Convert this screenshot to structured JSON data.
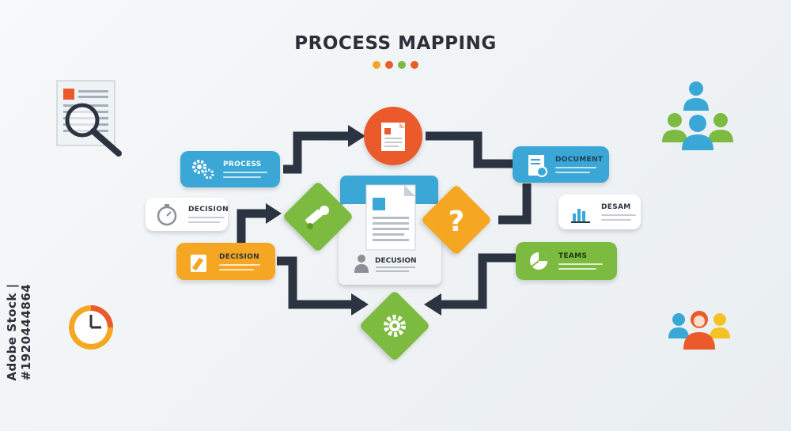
{
  "title": "PROCESS MAPPING",
  "title_dots": [
    "#f2a623",
    "#e95d2c",
    "#7cbb3f",
    "#e95d2c"
  ],
  "colors": {
    "blue": "#3aa7d6",
    "orange": "#f5a623",
    "green": "#7cbb3f",
    "red_orange": "#ea5a2a",
    "dark": "#2b3440",
    "white": "#ffffff"
  },
  "cards": {
    "process": {
      "label": "PROCESS",
      "icon": "gears-icon"
    },
    "document": {
      "label": "DOCUMENT",
      "icon": "document-check-icon"
    },
    "decision_top": {
      "label": "DECISION",
      "icon": "stopwatch-icon"
    },
    "desam": {
      "label": "DESAM",
      "icon": "bar-chart-icon"
    },
    "decision_bottom": {
      "label": "DECISION",
      "icon": "pencil-icon"
    },
    "teams": {
      "label": "TEAMS",
      "icon": "pie-chart-icon"
    }
  },
  "center": {
    "label": "DECUSION",
    "icon": "user-icon"
  },
  "nodes": {
    "top_circle": {
      "icon": "document-icon"
    },
    "left_diamond": {
      "icon": "tools-icon"
    },
    "right_diamond": {
      "icon": "question-mark-icon",
      "text": "?"
    },
    "bottom_diamond": {
      "icon": "gear-icon"
    }
  },
  "side_icons": [
    "magnifier-document-icon",
    "people-group-icon",
    "clock-icon",
    "team-icon"
  ],
  "watermark": "Adobe Stock | #1920444864"
}
